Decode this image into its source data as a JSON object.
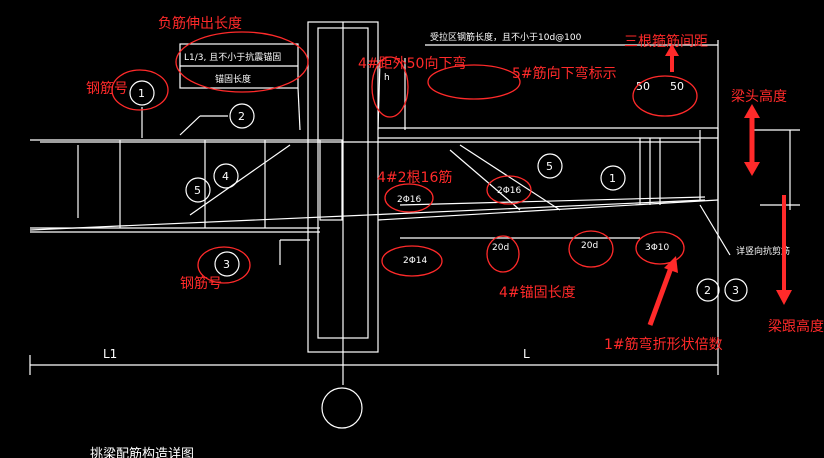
{
  "colors": {
    "background": "#000000",
    "lines": "#ffffff",
    "annotation": "#ff2a2a"
  },
  "cad_labels": {
    "neg_length_top": "L1/3, 且不小于抗震锚固",
    "neg_length_bottom": "锚固长度",
    "top_note": "受拉区钢筋长度，且不小于10d@100",
    "dim_a": "50",
    "dim_b": "50",
    "small_mark": "h",
    "bar_2phi16_mid": "2Φ16",
    "bar_2phi16_right": "2Φ16",
    "bar_2phi14": "2Φ14",
    "len_20d_a": "20d",
    "len_20d_b": "20d",
    "phi_mark": "3Φ10",
    "right_note": "详竖向抗剪筋",
    "span_left": "L1",
    "span_right": "L",
    "bubble_1a": "1",
    "bubble_2": "2",
    "bubble_5a": "5",
    "bubble_4": "4",
    "bubble_3": "3",
    "bubble_5b": "5",
    "bubble_1b": "1",
    "bubble_2b": "2",
    "bubble_3b": "3",
    "bottom_caption": "挑梁配筋构造详图"
  },
  "annotations": {
    "neg_extension": "负筋伸出长度",
    "bar_no_1": "钢筋号",
    "bar_no_2": "钢筋号",
    "stirrup_spacing": "三根箍筋间距",
    "beam_head_height": "梁头高度",
    "beam_root_height": "梁跟高度",
    "bend_down_4": "4#距外50向下弯",
    "bend_mark_5": "5#筋向下弯标示",
    "count_4": "4#2根16筋",
    "anchor_4": "4#锚固长度",
    "bend_shape_1": "1#筋弯折形状倍数"
  }
}
